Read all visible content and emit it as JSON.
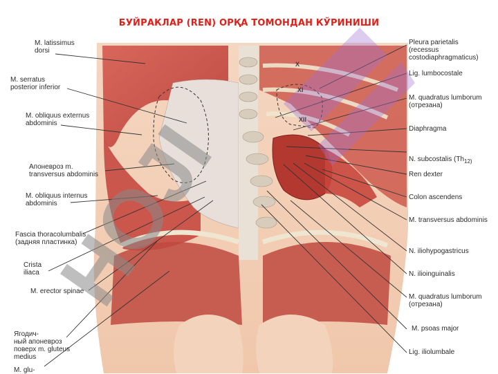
{
  "title": "БУЙРАКЛАР (REN) ОРҚА ТОМОНДАН КЎРИНИШИ",
  "watermark": "HOJI",
  "rib_numbers": [
    "X",
    "XI",
    "XII"
  ],
  "left_labels": [
    "M. latissimus\ndorsi",
    "M. serratus\nposterior inferior",
    "M. obliquus externus\nabdominis",
    "Апоневроз m.\ntransversus abdominis",
    "M. obliquus internus\nabdominis",
    "Fascia thoracolumbalis\n(задняя пластинка)",
    "Crista\niliaca",
    "M. erector spinae",
    "Ягодич-\nный апоневроз\nповерх m. gluteus\nmedius",
    "M. glu-"
  ],
  "right_labels": [
    "Pleura parietalis\n(recessus\ncostodiaphragmaticus)",
    "Lig. lumbocostale",
    "M. quadratus lumborum\n(отрезана)",
    "Diaphragma",
    "N. subcostalis (Th",
    "Ren dexter",
    "Colon ascendens",
    "M. transversus abdominis",
    "N. iliohypogastricus",
    "N. ilioinguinalis",
    "M. quadratus lumborum\n(отрезана)",
    "M. psoas major",
    "Lig. iliolumbale"
  ],
  "th_subscript": "12)",
  "colors": {
    "title": "#e0201b",
    "muscle": "#c9483f",
    "skin": "#f3cdb3",
    "fascia": "#e9e1dc",
    "watermark_purple": "#9b6fd6",
    "watermark_gray": "#8a8a8a"
  }
}
